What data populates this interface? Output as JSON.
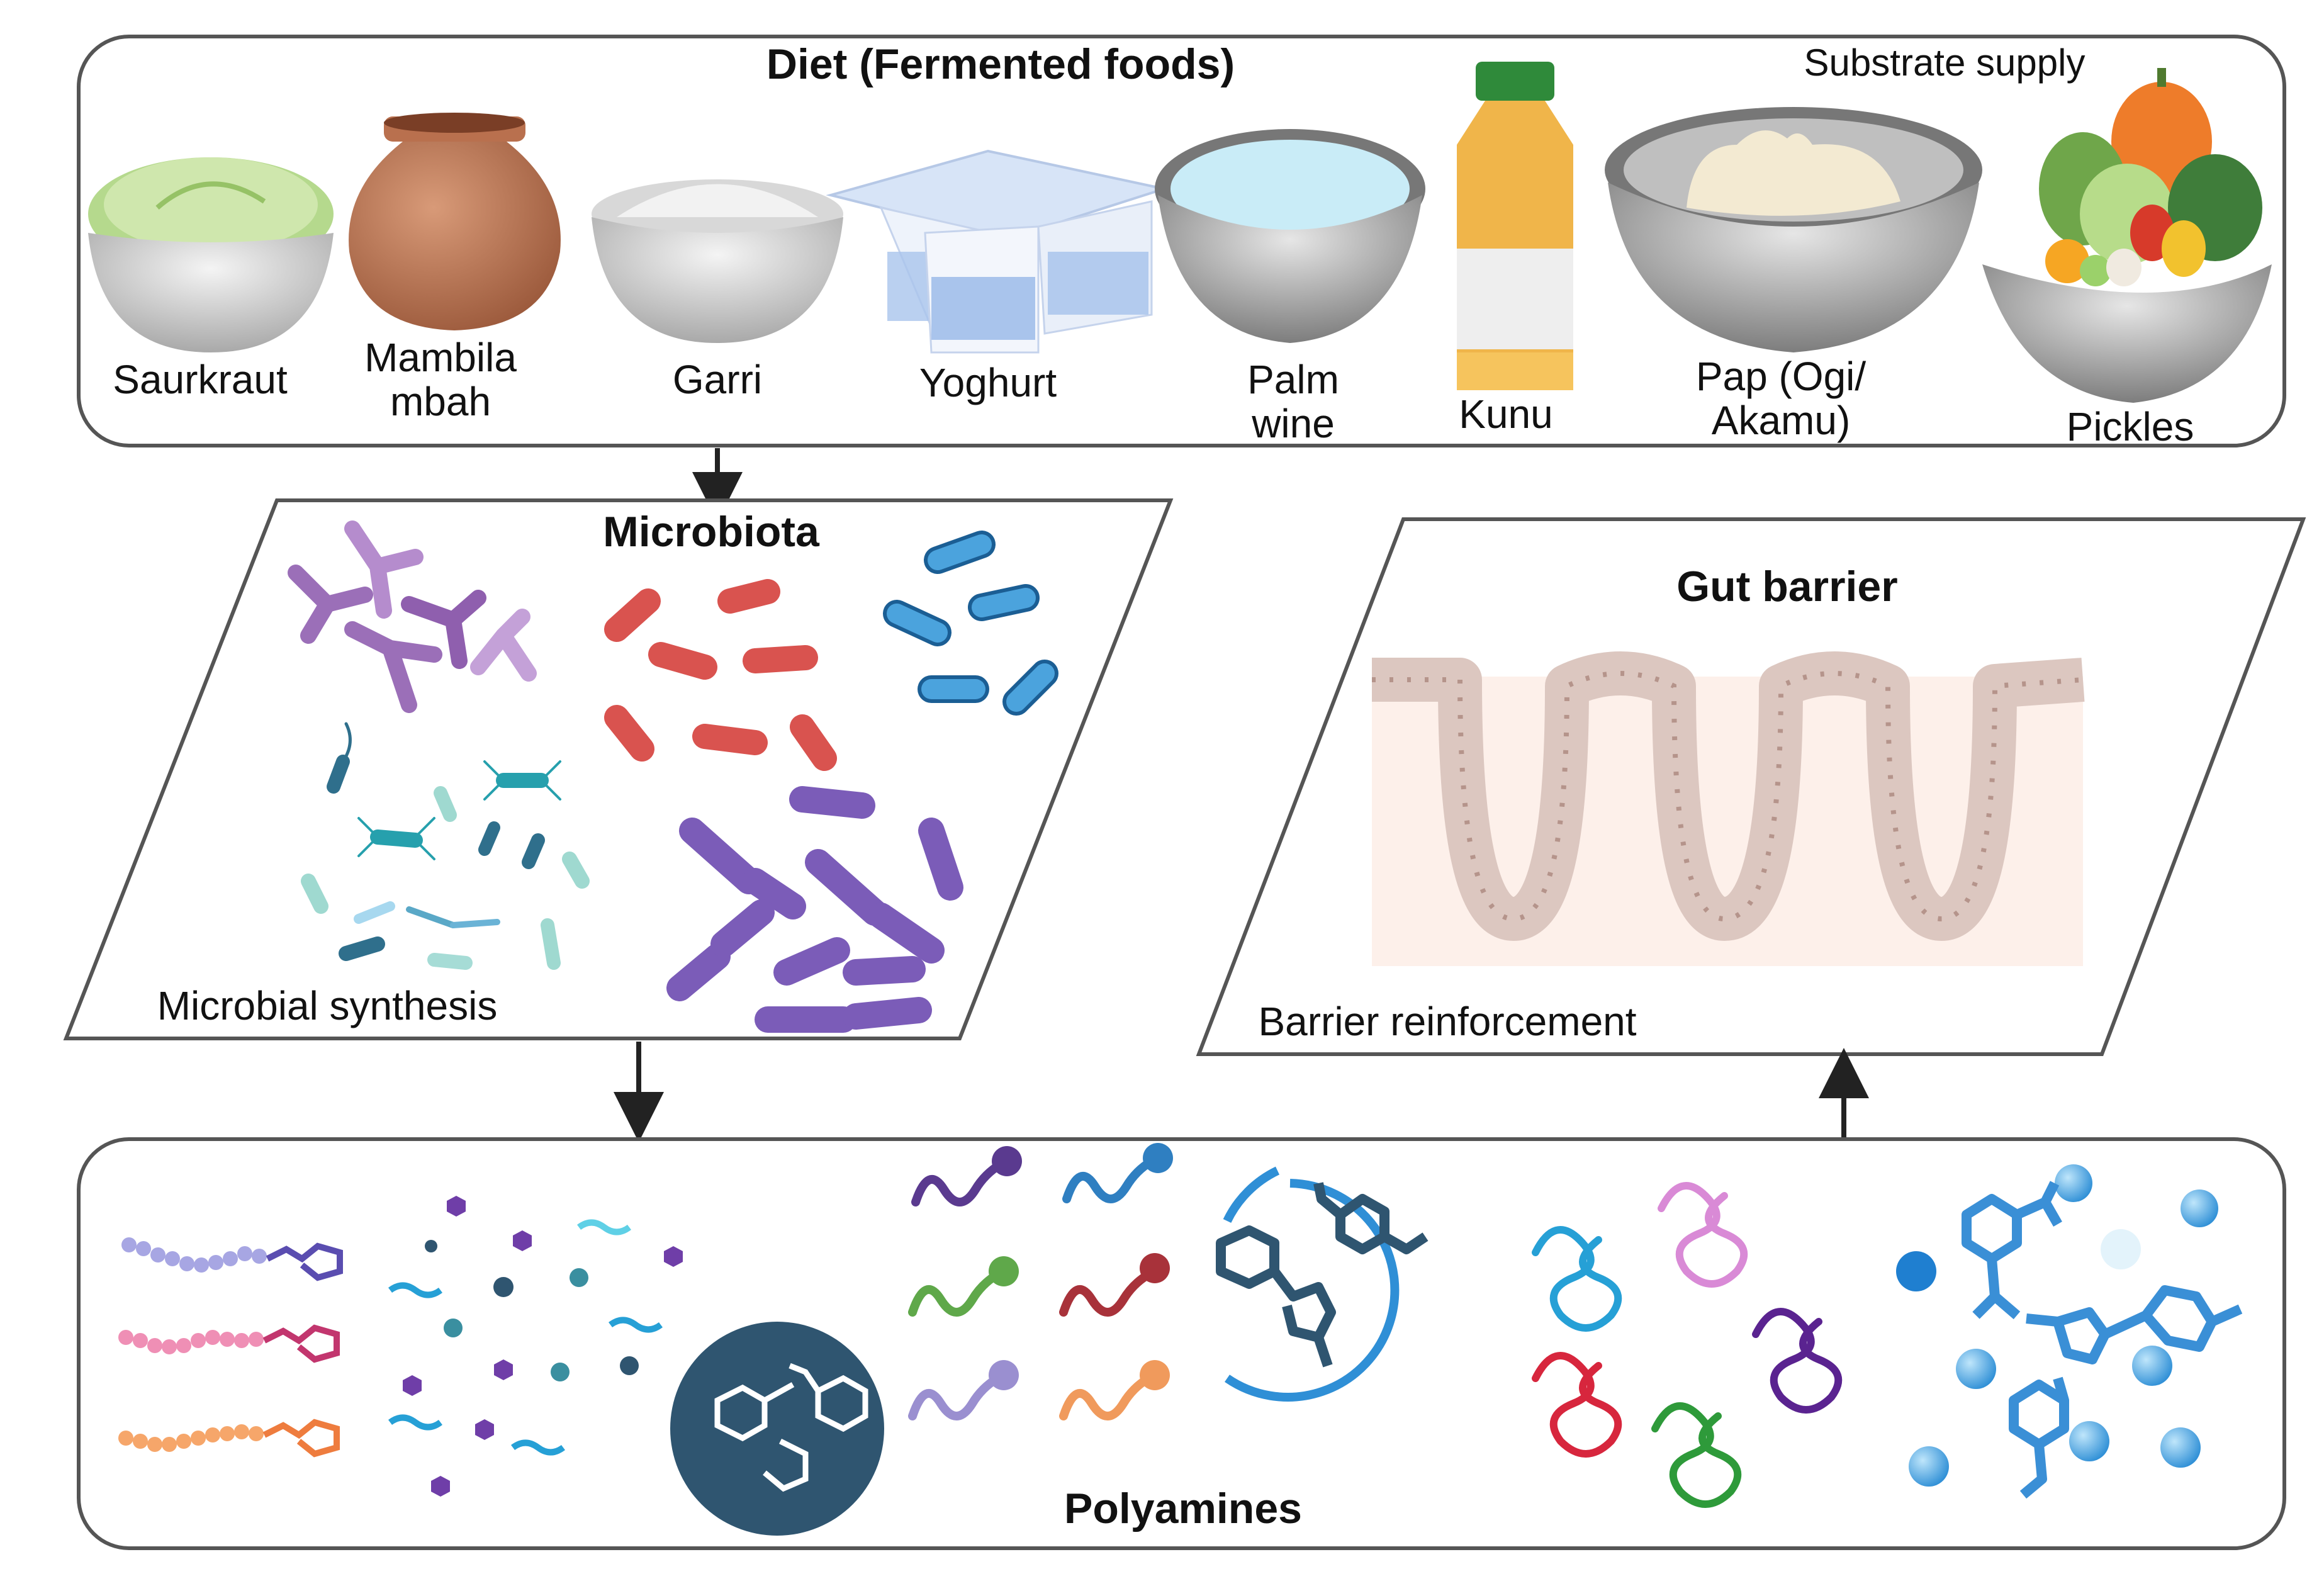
{
  "diet": {
    "title": "Diet (Fermented foods)",
    "annotation": "Substrate supply",
    "foods": {
      "saurkraut": "Saurkraut",
      "mambila_1": "Mambila",
      "mambila_2": "mbah",
      "garri": "Garri",
      "yoghurt": "Yoghurt",
      "palm_1": "Palm",
      "palm_2": "wine",
      "kunu": "Kunu",
      "pap_1": "Pap (Ogi/",
      "pap_2": "Akamu)",
      "pickles": "Pickles"
    }
  },
  "microbiota": {
    "title": "Microbiota",
    "annotation": "Microbial synthesis"
  },
  "gut_barrier": {
    "title": "Gut barrier",
    "annotation": "Barrier reinforcement"
  },
  "polyamines": {
    "title": "Polyamines"
  },
  "colors": {
    "panel_stroke": "#555555",
    "arrow": "#222222",
    "purple_yeast": "#9b6fb8",
    "red_rod": "#d9534f",
    "blue_rod": "#2f7fc1",
    "violet_rod": "#7b5cb8",
    "teal": "#3a8fa0",
    "villi_fill": "#dcc7c0",
    "villi_bg": "#fdf0ea",
    "poly_dark": "#2f5570",
    "poly_blue": "#2f8fd6"
  }
}
